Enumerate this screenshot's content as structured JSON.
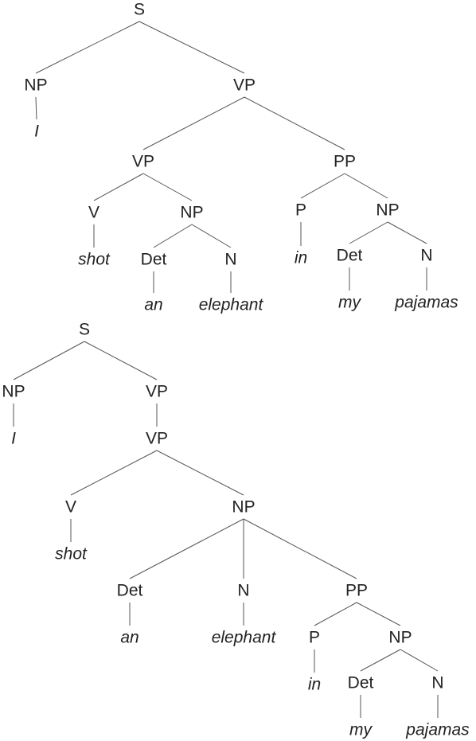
{
  "trees": [
    {
      "name": "attachment-vp",
      "nodes": [
        {
          "id": "s",
          "label": "S",
          "type": "cat"
        },
        {
          "id": "np1",
          "label": "NP",
          "type": "cat"
        },
        {
          "id": "i1",
          "label": "I",
          "type": "word"
        },
        {
          "id": "vp1",
          "label": "VP",
          "type": "cat"
        },
        {
          "id": "vp2",
          "label": "VP",
          "type": "cat"
        },
        {
          "id": "v1",
          "label": "V",
          "type": "cat"
        },
        {
          "id": "shot1",
          "label": "shot",
          "type": "word"
        },
        {
          "id": "np2",
          "label": "NP",
          "type": "cat"
        },
        {
          "id": "det1",
          "label": "Det",
          "type": "cat"
        },
        {
          "id": "an1",
          "label": "an",
          "type": "word"
        },
        {
          "id": "n1",
          "label": "N",
          "type": "cat"
        },
        {
          "id": "elephant1",
          "label": "elephant",
          "type": "word"
        },
        {
          "id": "pp1",
          "label": "PP",
          "type": "cat"
        },
        {
          "id": "p1",
          "label": "P",
          "type": "cat"
        },
        {
          "id": "in1",
          "label": "in",
          "type": "word"
        },
        {
          "id": "np3",
          "label": "NP",
          "type": "cat"
        },
        {
          "id": "det2",
          "label": "Det",
          "type": "cat"
        },
        {
          "id": "my1",
          "label": "my",
          "type": "word"
        },
        {
          "id": "n2",
          "label": "N",
          "type": "cat"
        },
        {
          "id": "pajamas1",
          "label": "pajamas",
          "type": "word"
        }
      ],
      "edges": [
        [
          "s",
          "np1"
        ],
        [
          "s",
          "vp1"
        ],
        [
          "np1",
          "i1"
        ],
        [
          "vp1",
          "vp2"
        ],
        [
          "vp1",
          "pp1"
        ],
        [
          "vp2",
          "v1"
        ],
        [
          "vp2",
          "np2"
        ],
        [
          "v1",
          "shot1"
        ],
        [
          "np2",
          "det1"
        ],
        [
          "np2",
          "n1"
        ],
        [
          "det1",
          "an1"
        ],
        [
          "n1",
          "elephant1"
        ],
        [
          "pp1",
          "p1"
        ],
        [
          "pp1",
          "np3"
        ],
        [
          "p1",
          "in1"
        ],
        [
          "np3",
          "det2"
        ],
        [
          "np3",
          "n2"
        ],
        [
          "det2",
          "my1"
        ],
        [
          "n2",
          "pajamas1"
        ]
      ]
    },
    {
      "name": "attachment-np",
      "nodes": [
        {
          "id": "s",
          "label": "S",
          "type": "cat"
        },
        {
          "id": "np1",
          "label": "NP",
          "type": "cat"
        },
        {
          "id": "i1",
          "label": "I",
          "type": "word"
        },
        {
          "id": "vp1",
          "label": "VP",
          "type": "cat"
        },
        {
          "id": "vp2",
          "label": "VP",
          "type": "cat"
        },
        {
          "id": "v1",
          "label": "V",
          "type": "cat"
        },
        {
          "id": "shot1",
          "label": "shot",
          "type": "word"
        },
        {
          "id": "np2",
          "label": "NP",
          "type": "cat"
        },
        {
          "id": "det1",
          "label": "Det",
          "type": "cat"
        },
        {
          "id": "an1",
          "label": "an",
          "type": "word"
        },
        {
          "id": "n1",
          "label": "N",
          "type": "cat"
        },
        {
          "id": "elephant1",
          "label": "elephant",
          "type": "word"
        },
        {
          "id": "pp1",
          "label": "PP",
          "type": "cat"
        },
        {
          "id": "p1",
          "label": "P",
          "type": "cat"
        },
        {
          "id": "in1",
          "label": "in",
          "type": "word"
        },
        {
          "id": "np3",
          "label": "NP",
          "type": "cat"
        },
        {
          "id": "det2",
          "label": "Det",
          "type": "cat"
        },
        {
          "id": "my1",
          "label": "my",
          "type": "word"
        },
        {
          "id": "n2",
          "label": "N",
          "type": "cat"
        },
        {
          "id": "pajamas1",
          "label": "pajamas",
          "type": "word"
        }
      ],
      "edges": [
        [
          "s",
          "np1"
        ],
        [
          "s",
          "vp1"
        ],
        [
          "np1",
          "i1"
        ],
        [
          "vp1",
          "vp2"
        ],
        [
          "vp2",
          "v1"
        ],
        [
          "vp2",
          "np2"
        ],
        [
          "v1",
          "shot1"
        ],
        [
          "np2",
          "det1"
        ],
        [
          "np2",
          "n1"
        ],
        [
          "np2",
          "pp1"
        ],
        [
          "det1",
          "an1"
        ],
        [
          "n1",
          "elephant1"
        ],
        [
          "pp1",
          "p1"
        ],
        [
          "pp1",
          "np3"
        ],
        [
          "p1",
          "in1"
        ],
        [
          "np3",
          "det2"
        ],
        [
          "np3",
          "n2"
        ],
        [
          "det2",
          "my1"
        ],
        [
          "n2",
          "pajamas1"
        ]
      ]
    }
  ]
}
